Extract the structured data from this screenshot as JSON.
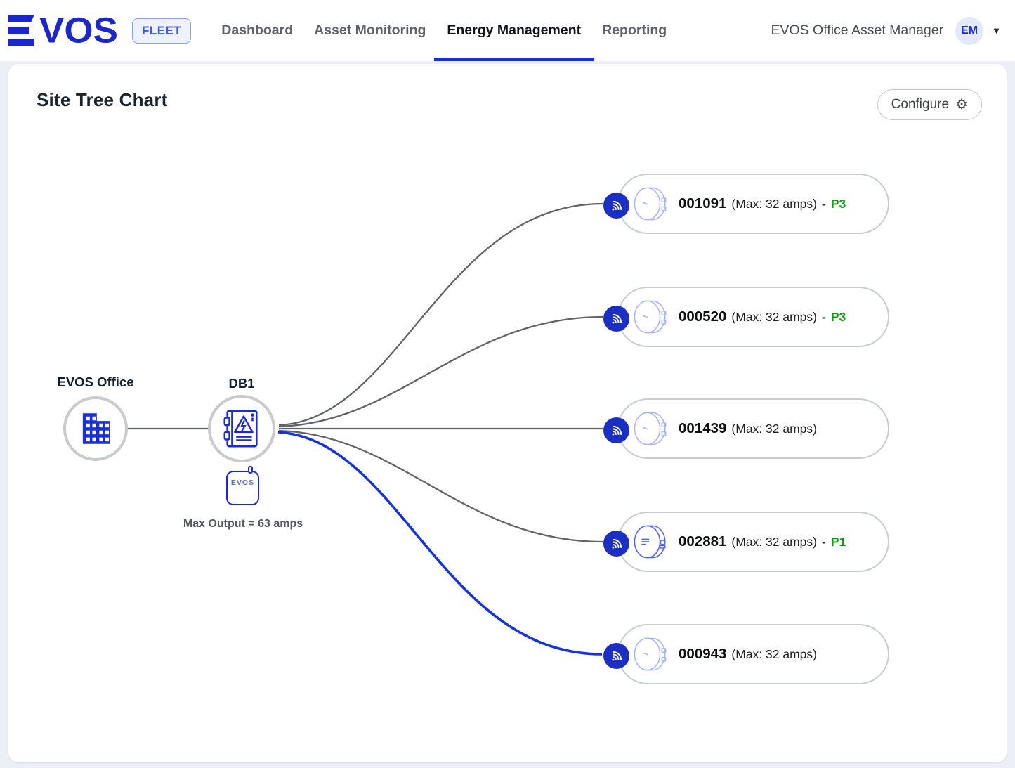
{
  "header": {
    "logo_text": "EVOS",
    "logo_vos": "VOS",
    "badge": "FLEET",
    "nav": [
      {
        "label": "Dashboard",
        "active": false
      },
      {
        "label": "Asset Monitoring",
        "active": false
      },
      {
        "label": "Energy Management",
        "active": true
      },
      {
        "label": "Reporting",
        "active": false
      }
    ],
    "account_label": "EVOS Office Asset Manager",
    "avatar_initials": "EM"
  },
  "page": {
    "title": "Site Tree Chart",
    "configure_label": "Configure",
    "gear_icon": "gear"
  },
  "tree": {
    "site": {
      "label": "EVOS Office",
      "icon": "building-icon"
    },
    "distribution_board": {
      "label": "DB1",
      "icon": "distribution-board-icon",
      "device_label": "EVOS",
      "max_output": "Max Output = 63 amps"
    },
    "chargers": [
      {
        "serial": "001091",
        "max": "(Max: 32 amps)",
        "sep": "-",
        "phase": "P3",
        "highlighted": false
      },
      {
        "serial": "000520",
        "max": "(Max: 32 amps)",
        "sep": "-",
        "phase": "P3",
        "highlighted": false
      },
      {
        "serial": "001439",
        "max": "(Max: 32 amps)",
        "sep": "",
        "phase": "",
        "highlighted": false
      },
      {
        "serial": "002881",
        "max": "(Max: 32 amps)",
        "sep": "-",
        "phase": "P1",
        "highlighted": false
      },
      {
        "serial": "000943",
        "max": "(Max: 32 amps)",
        "sep": "",
        "phase": "",
        "highlighted": true
      }
    ]
  },
  "colors": {
    "brand_blue": "#1b27c9",
    "active_underline": "#1b2fd3",
    "highlight_line": "#1633dc",
    "gray_line": "#606368",
    "phase_green": "#0d9b0d",
    "node_border": "#c9cacd",
    "page_background": "#edeff6"
  }
}
